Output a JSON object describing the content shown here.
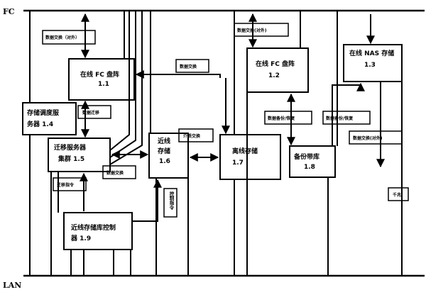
{
  "buses": {
    "fc": "FC",
    "lan": "LAN"
  },
  "nodes": {
    "fc_array_online": {
      "line1": "在线 FC 盘阵",
      "line2": "1.1"
    },
    "fc_array_online_2": {
      "line1": "在线 FC 盘阵",
      "line2": "1.2"
    },
    "nas_online": {
      "line1": "在线 NAS 存储",
      "line2": "1.3"
    },
    "storage_scheduler": {
      "line1": "存储调度服",
      "line2": "务器 1.4"
    },
    "migration_cluster": {
      "line1": "迁移服务器",
      "line2": "集群 1.5"
    },
    "nearline_storage": {
      "line1": "近线",
      "line2": "存储",
      "line3": "1.6"
    },
    "offline_storage": {
      "line1": "离线存储",
      "line2": "1.7"
    },
    "backup_tape": {
      "line1": "备份带库",
      "line2": "1.8"
    },
    "nearline_controller": {
      "line1": "近线存储库控制",
      "line2": "器 1.9"
    }
  },
  "edge_labels": {
    "data_exchange_external_1": "数据交换（对外）",
    "data_exchange_1": "数据交换",
    "data_exchange_external_2": "数据交换(对外)",
    "data_migration": "数据迁移",
    "media_exchange": "介质交换",
    "backup_restore_1": "数据备份/恢复",
    "backup_restore_2": "数据备份/恢复",
    "data_exchange_external_3": "数据交换(对外)",
    "data_exchange_2": "数据交换",
    "migration_command": "迁移指令",
    "control_command": "控制指令",
    "gigabit": "千兆"
  }
}
